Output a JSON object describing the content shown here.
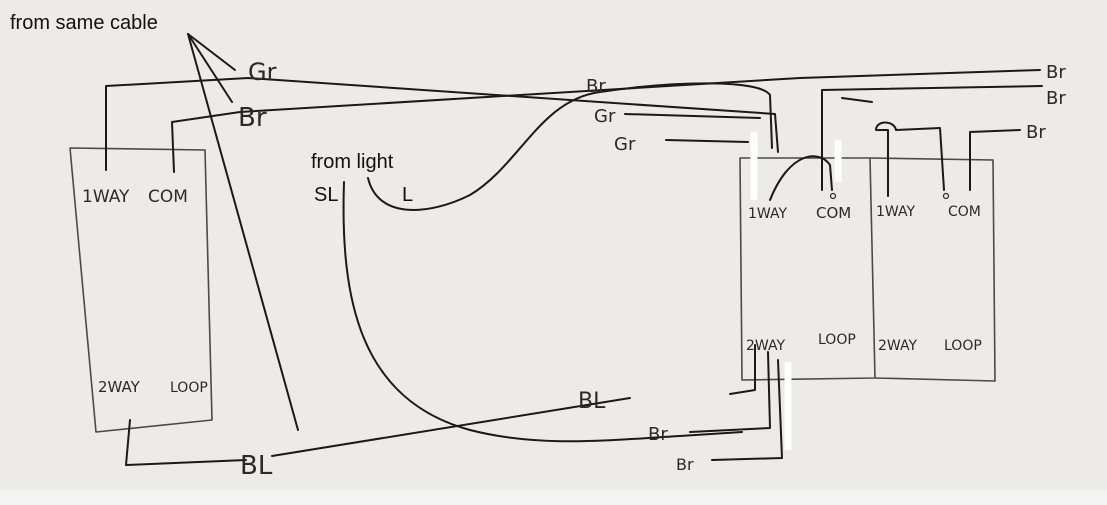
{
  "annotations": {
    "cable_note": "from same cable",
    "light_note": "from light",
    "sl": "SL",
    "l": "L"
  },
  "left_switch": {
    "terminal_1way": "1WAY",
    "terminal_com": "COM",
    "terminal_2way": "2WAY",
    "terminal_loop": "LOOP"
  },
  "right_switch_a": {
    "terminal_1way": "1WAY",
    "terminal_com": "COM",
    "terminal_2way": "2WAY",
    "terminal_loop": "LOOP"
  },
  "right_switch_b": {
    "terminal_1way": "1WAY",
    "terminal_com": "COM",
    "terminal_2way": "2WAY",
    "terminal_loop": "LOOP"
  },
  "wire_labels": {
    "gr_top_left": "Gr",
    "br_top_left": "Br",
    "bl_bottom_left": "BL",
    "br_mid_1": "Br",
    "gr_mid_1": "Gr",
    "gr_mid_2": "Gr",
    "br_right_1": "Br",
    "br_right_2": "Br",
    "br_right_3": "Br",
    "bl_mid": "BL",
    "br_low_1": "Br",
    "br_low_2": "Br"
  }
}
